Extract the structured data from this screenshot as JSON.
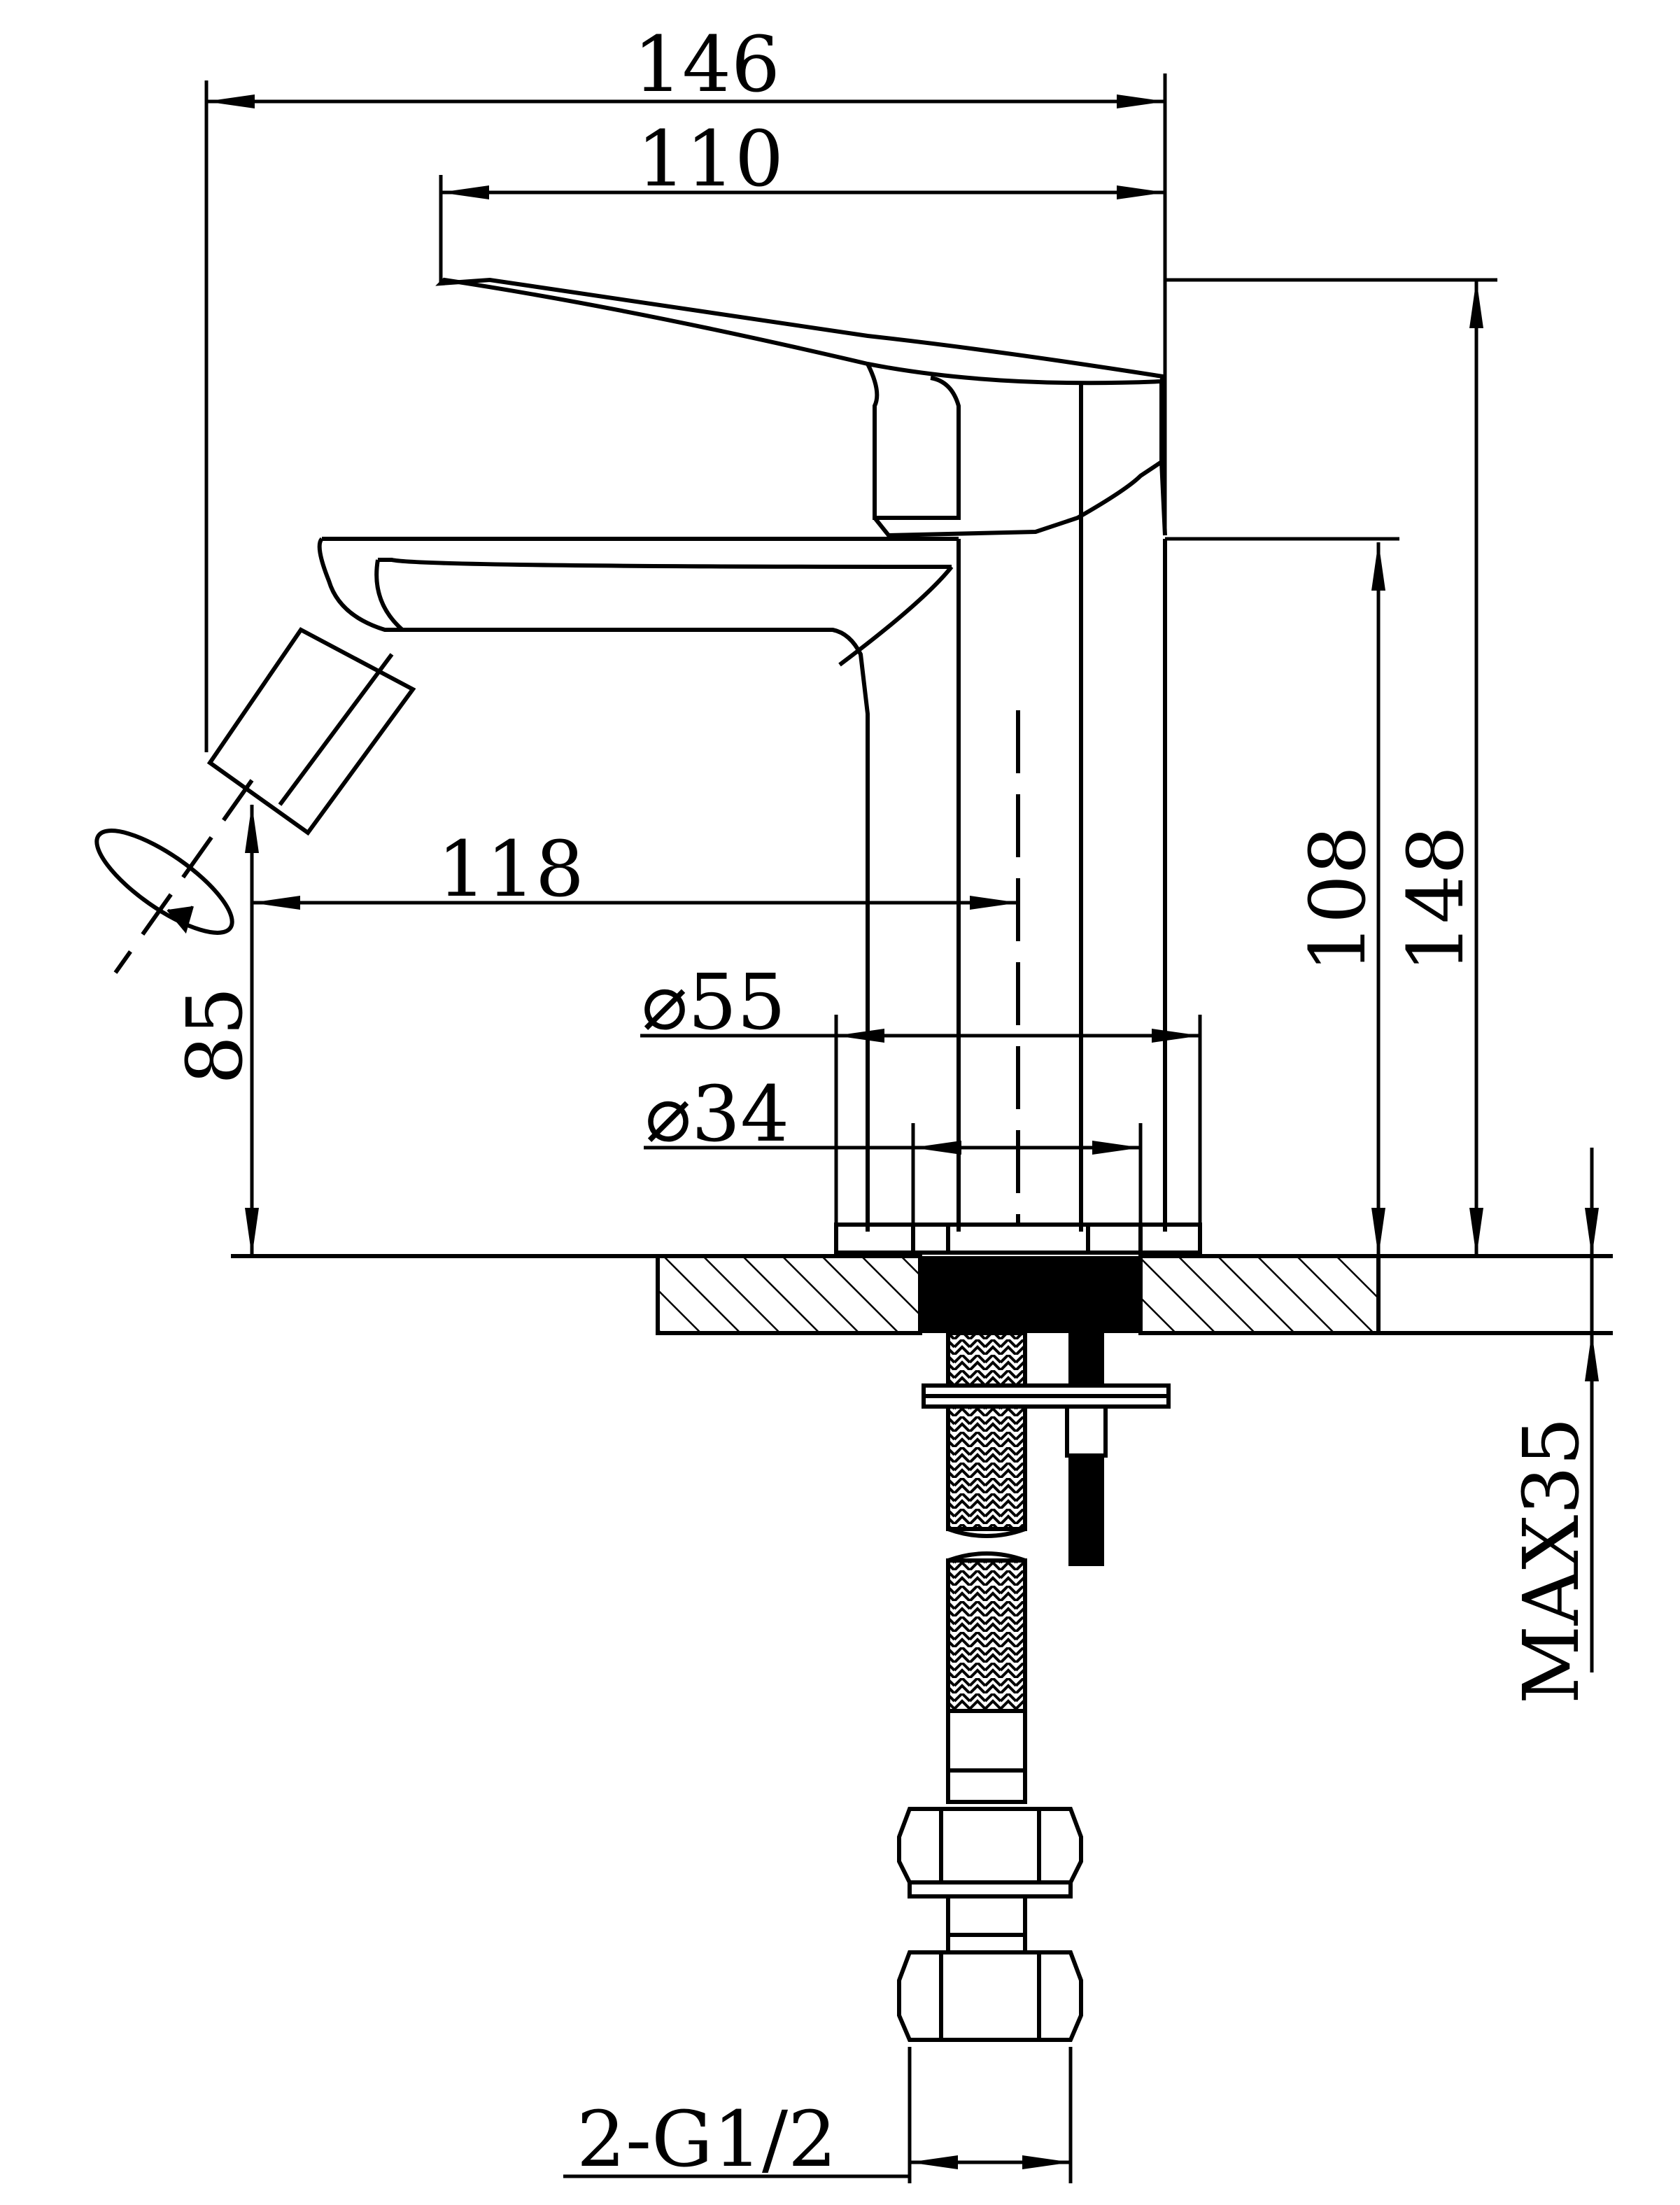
{
  "colors": {
    "line": "#000000",
    "background": "#ffffff"
  },
  "dimensions": {
    "width_overall": "146",
    "width_lever": "110",
    "spout_reach": "118",
    "base_diameter": "⌀55",
    "body_diameter": "⌀34",
    "spout_height": "85",
    "body_height": "108",
    "total_height": "148",
    "max_deck_thickness": "MAX35",
    "connection": "2-G1/2"
  }
}
